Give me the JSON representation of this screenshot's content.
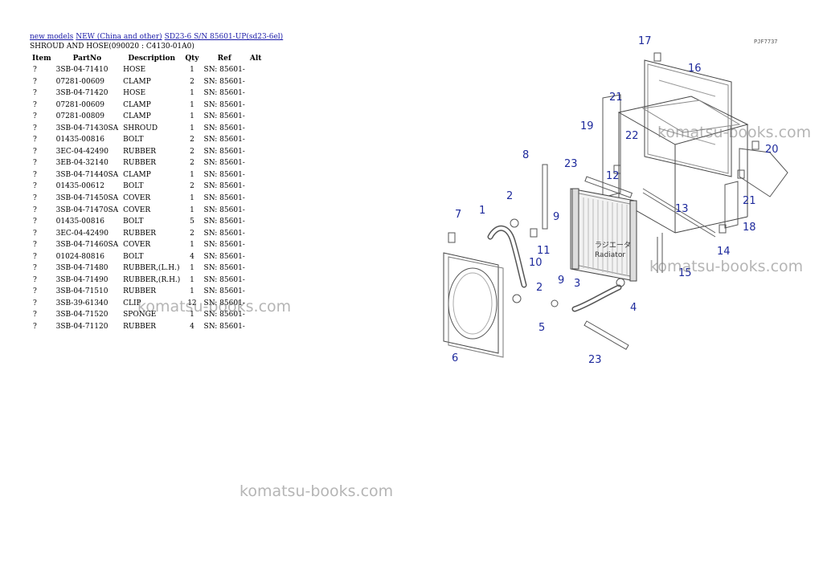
{
  "breadcrumb": {
    "links": [
      "new models",
      "NEW (China and other)",
      "SD23-6 S/N 85601-UP(sd23-6el)"
    ]
  },
  "section_title": "SHROUD AND HOSE(090020 : C4130-01A0)",
  "table": {
    "headers": [
      "Item",
      "PartNo",
      "Description",
      "Qty",
      "Ref",
      "Alt"
    ],
    "rows": [
      [
        "?",
        "3SB-04-71410",
        "HOSE",
        "1",
        "SN: 85601-",
        ""
      ],
      [
        "?",
        "07281-00609",
        "CLAMP",
        "2",
        "SN: 85601-",
        ""
      ],
      [
        "?",
        "3SB-04-71420",
        "HOSE",
        "1",
        "SN: 85601-",
        ""
      ],
      [
        "?",
        "07281-00609",
        "CLAMP",
        "1",
        "SN: 85601-",
        ""
      ],
      [
        "?",
        "07281-00809",
        "CLAMP",
        "1",
        "SN: 85601-",
        ""
      ],
      [
        "?",
        "3SB-04-71430SA",
        "SHROUD",
        "1",
        "SN: 85601-",
        ""
      ],
      [
        "?",
        "01435-00816",
        "BOLT",
        "2",
        "SN: 85601-",
        ""
      ],
      [
        "?",
        "3EC-04-42490",
        "RUBBER",
        "2",
        "SN: 85601-",
        ""
      ],
      [
        "?",
        "3EB-04-32140",
        "RUBBER",
        "2",
        "SN: 85601-",
        ""
      ],
      [
        "?",
        "3SB-04-71440SA",
        "CLAMP",
        "1",
        "SN: 85601-",
        ""
      ],
      [
        "?",
        "01435-00612",
        "BOLT",
        "2",
        "SN: 85601-",
        ""
      ],
      [
        "?",
        "3SB-04-71450SA",
        "COVER",
        "1",
        "SN: 85601-",
        ""
      ],
      [
        "?",
        "3SB-04-71470SA",
        "COVER",
        "1",
        "SN: 85601-",
        ""
      ],
      [
        "?",
        "01435-00816",
        "BOLT",
        "5",
        "SN: 85601-",
        ""
      ],
      [
        "?",
        "3EC-04-42490",
        "RUBBER",
        "2",
        "SN: 85601-",
        ""
      ],
      [
        "?",
        "3SB-04-71460SA",
        "COVER",
        "1",
        "SN: 85601-",
        ""
      ],
      [
        "?",
        "01024-80816",
        "BOLT",
        "4",
        "SN: 85601-",
        ""
      ],
      [
        "?",
        "3SB-04-71480",
        "RUBBER,(L.H.)",
        "1",
        "SN: 85601-",
        ""
      ],
      [
        "?",
        "3SB-04-71490",
        "RUBBER,(R.H.)",
        "1",
        "SN: 85601-",
        ""
      ],
      [
        "?",
        "3SB-04-71510",
        "RUBBER",
        "1",
        "SN: 85601-",
        ""
      ],
      [
        "?",
        "3SB-39-61340",
        "CLIP",
        "12",
        "SN: 85601-",
        ""
      ],
      [
        "?",
        "3SB-04-71520",
        "SPONGE",
        "1",
        "SN: 85601-",
        ""
      ],
      [
        "?",
        "3SB-04-71120",
        "RUBBER",
        "4",
        "SN: 85601-",
        ""
      ]
    ]
  },
  "diagram": {
    "code": "PJF7737",
    "radiator_label_jp": "ラジエータ",
    "radiator_label": "Radiator",
    "callouts": [
      "17",
      "16",
      "21",
      "19",
      "22",
      "20",
      "8",
      "23",
      "12",
      "2",
      "7",
      "1",
      "9",
      "11",
      "10",
      "13",
      "21",
      "18",
      "14",
      "15",
      "2",
      "3",
      "4",
      "5",
      "9",
      "6",
      "23"
    ]
  },
  "watermark": "komatsu-books.com",
  "colors": {
    "link": "#1a1aa8",
    "callout": "#1e2a9c",
    "watermark": "#8a8a8a"
  }
}
